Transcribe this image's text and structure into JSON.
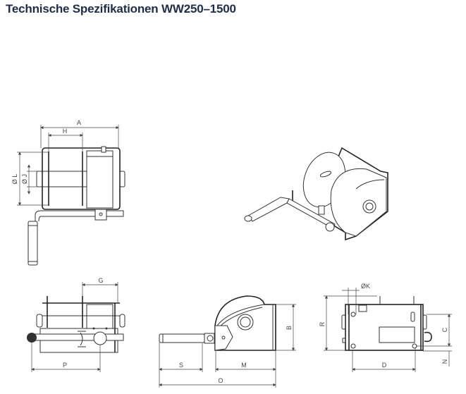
{
  "title": "Technische Spezifikationen WW250–1500",
  "dimension_labels": {
    "A": "A",
    "H": "H",
    "L": "Ø L",
    "J": "Ø J",
    "G": "G",
    "P": "P",
    "S": "S",
    "M": "M",
    "O": "O",
    "B": "B",
    "K": "ØK",
    "R": "R",
    "C": "C",
    "D": "D",
    "N": "N"
  }
}
